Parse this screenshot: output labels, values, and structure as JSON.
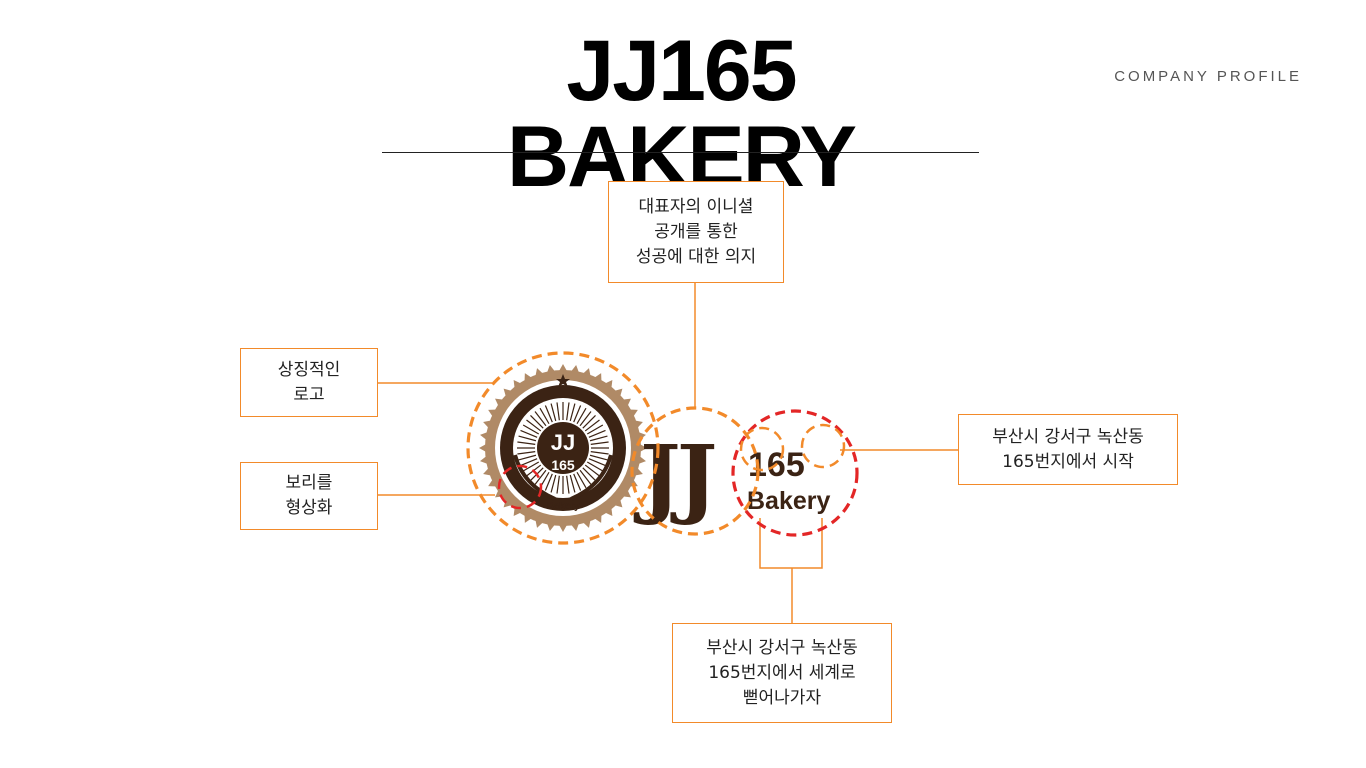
{
  "header": {
    "title": "JJ165 BAKERY",
    "subtitle": "COMPANY PROFILE"
  },
  "logo": {
    "badge_mark": "JJ",
    "badge_number": "165",
    "badge_word": "Bakery",
    "wordmark_jj": "JJ",
    "wordmark_number": "165",
    "wordmark_word": "Bakery"
  },
  "callouts": {
    "top": [
      "대표자의 이니셜",
      "공개를 통한",
      "성공에 대한 의지"
    ],
    "left_upper": [
      "상징적인",
      "로고"
    ],
    "left_lower": [
      "보리를",
      "형상화"
    ],
    "right": [
      "부산시 강서구 녹산동",
      "165번지에서 시작"
    ],
    "bottom": [
      "부산시 강서구 녹산동",
      "165번지에서 세계로",
      "뻗어나가자"
    ]
  },
  "colors": {
    "accent_line": "#f28a2a",
    "dashed_orange": "#f28a2a",
    "dashed_red": "#e32626",
    "logo_brown": "#3b2314",
    "badge_tan": "#b08a66"
  }
}
